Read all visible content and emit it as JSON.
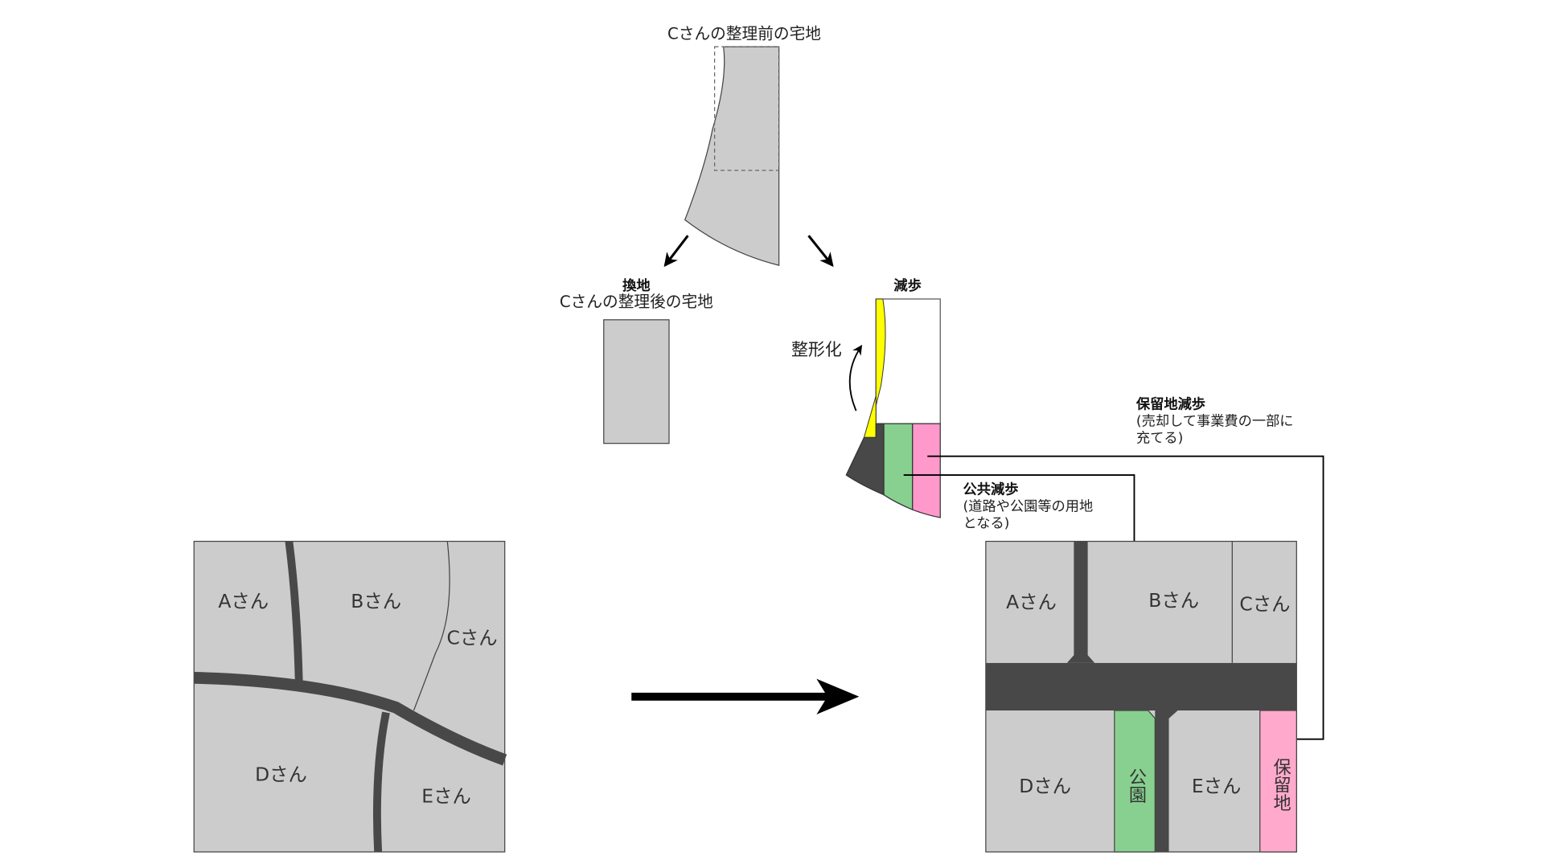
{
  "top": {
    "before_title": "Cさんの整理前の宅地"
  },
  "kanchi": {
    "title": "換地",
    "subtitle": "Cさんの整理後の宅地"
  },
  "genbu": {
    "title": "減歩",
    "seikeika": "整形化"
  },
  "horyuchi_genbu": {
    "title": "保留地減歩",
    "line1": "(売却して事業費の一部に",
    "line2": "充てる)"
  },
  "kokyo_genbu": {
    "title": "公共減歩",
    "line1": "(道路や公園等の用地",
    "line2": "となる)"
  },
  "before_map": {
    "labels": [
      "Aさん",
      "Bさん",
      "Cさん",
      "Dさん",
      "Eさん"
    ]
  },
  "after_map": {
    "labels": [
      "Aさん",
      "Bさん",
      "Cさん",
      "Dさん",
      "Eさん"
    ],
    "park": "公園",
    "reserve": "保留地"
  },
  "colors": {
    "lot": "#cccccc",
    "road": "#484848",
    "park": "#88d090",
    "reserve": "#ffaacc",
    "reshape": "#ffff00"
  }
}
